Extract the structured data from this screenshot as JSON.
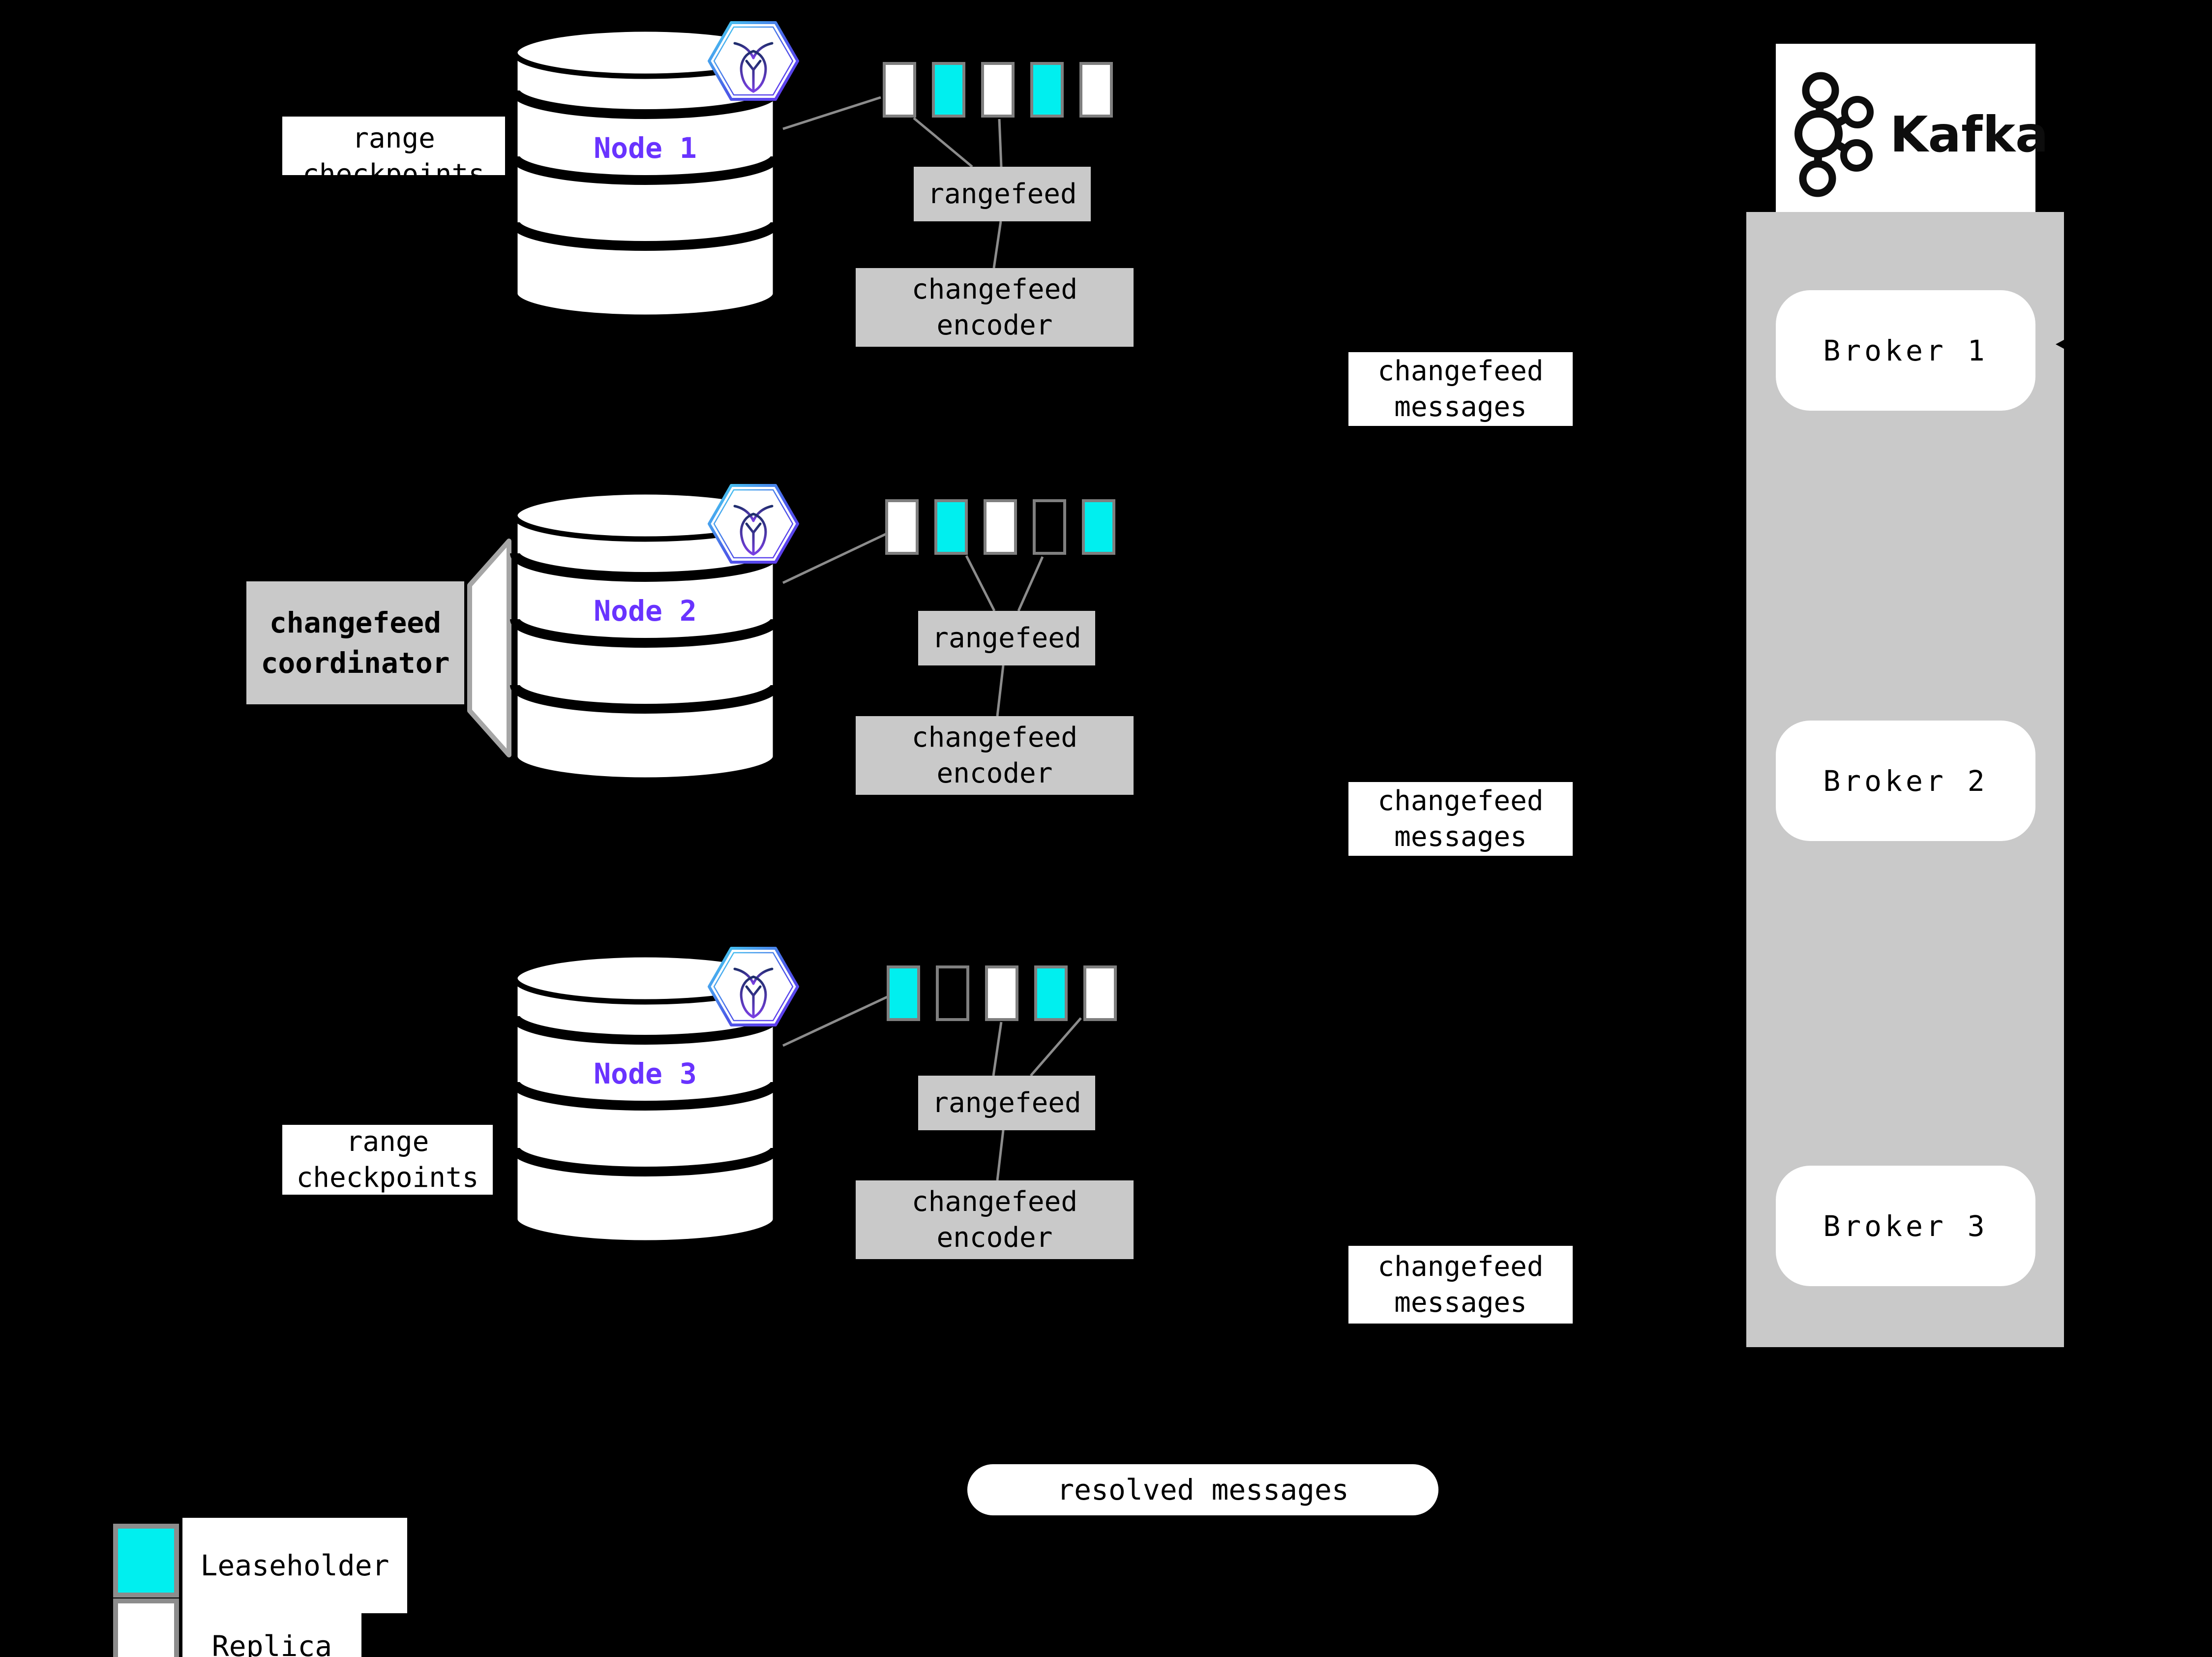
{
  "colors": {
    "background": "#000000",
    "panel_gray": "#C9C9C9",
    "box_gray": "#C9C9C9",
    "range_border": "#7F7F7F",
    "connector_gray": "#8C8C8C",
    "leaseholder": "#00EFEF",
    "replica": "#FFFFFF",
    "empty": "transparent",
    "node_label_purple": "#6933FF",
    "hex_gradient_start": "#45D9F2",
    "hex_gradient_end": "#6633F0"
  },
  "icons": {
    "node_badge": "cockroachdb-logo",
    "broker_host": "kafka-logo"
  },
  "checkpoints": {
    "line1": "range",
    "line2": "checkpoints"
  },
  "coordinator": {
    "line1": "changefeed",
    "line2": "coordinator"
  },
  "resolved": {
    "label": "resolved messages"
  },
  "kafka": {
    "logo_text": "Kafka",
    "brokers": [
      {
        "label": "Broker 1"
      },
      {
        "label": "Broker 2"
      },
      {
        "label": "Broker 3"
      }
    ]
  },
  "nodes": [
    {
      "label": "Node 1",
      "ranges": [
        "replica",
        "leaseholder",
        "replica",
        "leaseholder",
        "replica"
      ],
      "rangefeed_label": "rangefeed",
      "encoder": {
        "line1": "changefeed",
        "line2": "encoder"
      },
      "messages": {
        "line1": "changefeed",
        "line2": "messages"
      }
    },
    {
      "label": "Node 2",
      "ranges": [
        "replica",
        "leaseholder",
        "replica",
        "empty",
        "leaseholder"
      ],
      "rangefeed_label": "rangefeed",
      "encoder": {
        "line1": "changefeed",
        "line2": "encoder"
      },
      "messages": {
        "line1": "changefeed",
        "line2": "messages"
      }
    },
    {
      "label": "Node 3",
      "ranges": [
        "leaseholder",
        "empty",
        "replica",
        "leaseholder",
        "replica"
      ],
      "rangefeed_label": "rangefeed",
      "encoder": {
        "line1": "changefeed",
        "line2": "encoder"
      },
      "messages": {
        "line1": "changefeed",
        "line2": "messages"
      }
    }
  ],
  "legend": {
    "items": [
      {
        "label": "Leaseholder",
        "key": "leaseholder"
      },
      {
        "label": "Replica",
        "key": "replica"
      }
    ]
  }
}
